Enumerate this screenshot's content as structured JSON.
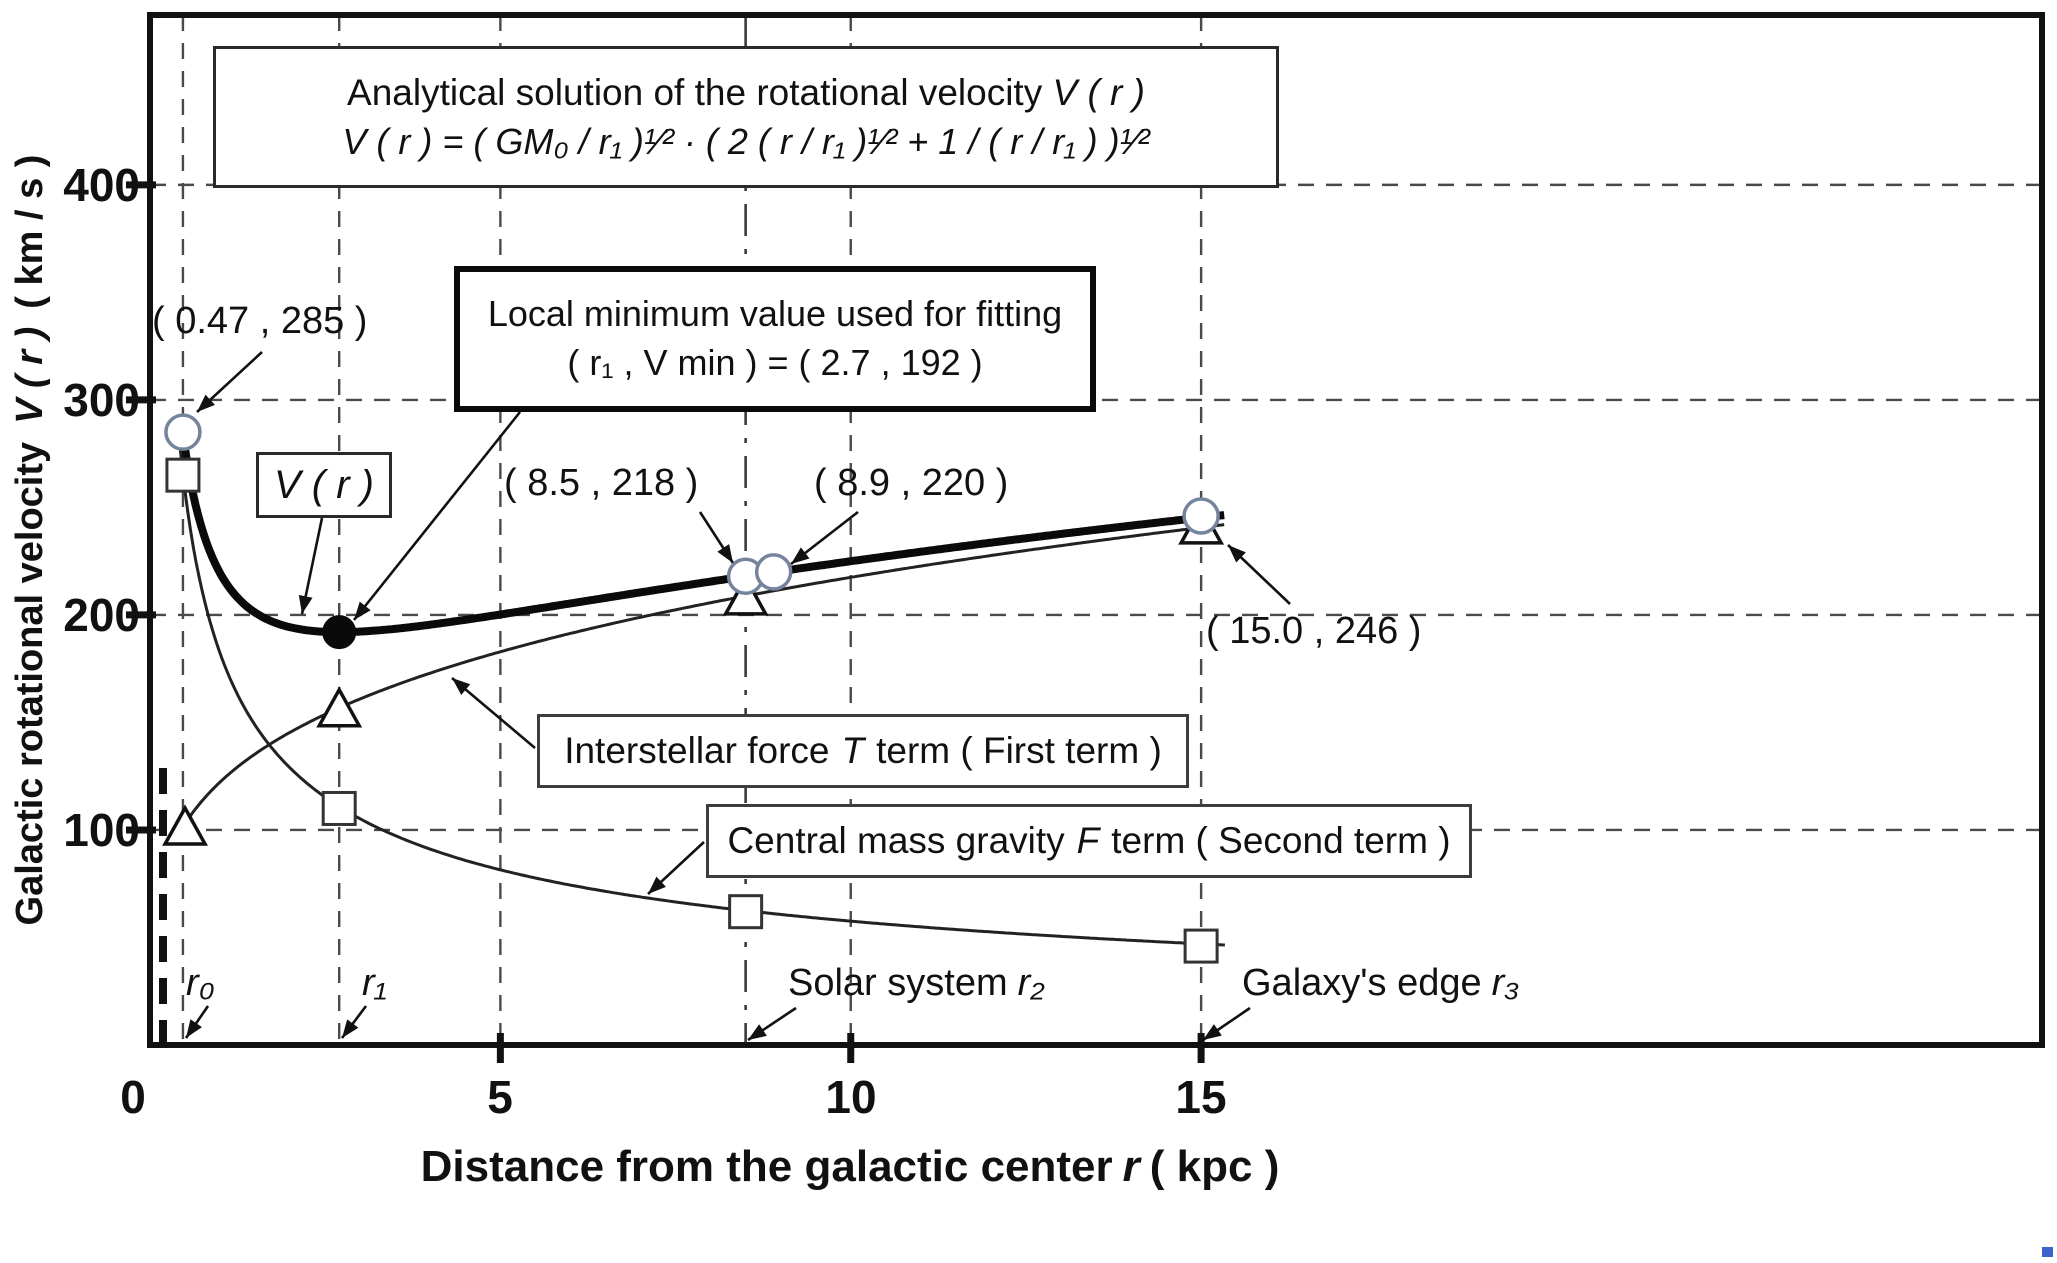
{
  "figure": {
    "axis": {
      "ylabel_pre": "Galactic rotational velocity",
      "ylabel_var": "V ( r )",
      "ylabel_post": "( km / s )",
      "xlabel_pre": "Distance from the galactic center",
      "xlabel_var": "r",
      "xlabel_post": "( kpc )"
    },
    "title_box": {
      "line1_pre": "Analytical solution of the rotational velocity",
      "line1_var": "V ( r )",
      "formula": "V ( r ) = ( GM₀ / r₁ )¹⁄² · ( 2 ( r / r₁ )¹⁄² + 1 / ( r / r₁ ) )¹⁄²"
    },
    "local_min_box": {
      "line1": "Local minimum value used for fitting",
      "line2": "( r₁ , V min ) = ( 2.7 , 192 )"
    },
    "vr_box_label": "V ( r )",
    "t_term_box": {
      "pre": "Interstellar force",
      "var": "T",
      "post": "term ( First term )"
    },
    "f_term_box": {
      "pre": "Central mass gravity",
      "var": "F",
      "post": "term ( Second term )"
    },
    "point_labels": {
      "p0": "( 0.47 , 285 )",
      "p1": "( 8.5 , 218 )",
      "p2": "( 8.9 , 220 )",
      "p3": "( 15.0 , 246 )"
    },
    "landmarks": {
      "r0": "r₀",
      "r1": "r₁",
      "r2_pre": "Solar system",
      "r2_var": "r₂",
      "r3_pre": "Galaxy's edge",
      "r3_var": "r₃"
    },
    "ticks": {
      "x": [
        "0",
        "5",
        "10",
        "15"
      ],
      "y": [
        "100",
        "200",
        "300",
        "400"
      ]
    }
  },
  "chart_data": {
    "type": "line",
    "title": "Analytical solution of the rotational velocity V(r)",
    "formula": "V(r) = (GM₀/r₁)^1/2 · (2(r/r₁)^1/2 + 1/(r/r₁))^1/2",
    "xlabel": "Distance from the galactic center r (kpc)",
    "ylabel": "Galactic rotational velocity V(r) (km/s)",
    "xlim": [
      0,
      27
    ],
    "ylim": [
      0,
      479
    ],
    "xticks": [
      0,
      5,
      10,
      15
    ],
    "yticks": [
      100,
      200,
      300,
      400
    ],
    "grid_horizontal_dashed": [
      100,
      200,
      300,
      400
    ],
    "grid_vertical_dashed": [
      0.47,
      2.7,
      5,
      10,
      15
    ],
    "grid_vertical_dashdot": [
      8.5
    ],
    "fit": {
      "r1": 2.7,
      "vmin": 192
    },
    "series": [
      {
        "name": "V(r)",
        "marker": "open-circle",
        "line_width": "thick",
        "points": [
          [
            0.47,
            285
          ],
          [
            2.7,
            192
          ],
          [
            8.5,
            218
          ],
          [
            8.9,
            220
          ],
          [
            15.0,
            246
          ]
        ],
        "highlight_point": [
          2.7,
          192
        ]
      },
      {
        "name": "Interstellar force T term (First term)",
        "marker": "open-triangle",
        "line_width": "thin",
        "points": [
          [
            0.5,
            100
          ],
          [
            2.7,
            155
          ],
          [
            8.5,
            207
          ],
          [
            15.0,
            240
          ]
        ]
      },
      {
        "name": "Central mass gravity F term (Second term)",
        "marker": "open-square",
        "line_width": "thin",
        "points": [
          [
            0.47,
            265
          ],
          [
            2.7,
            110
          ],
          [
            8.5,
            62
          ],
          [
            15.0,
            46
          ]
        ]
      }
    ],
    "landmarks": [
      {
        "label": "r₀",
        "x": 0.47
      },
      {
        "label": "r₁",
        "x": 2.7
      },
      {
        "label": "Solar system r₂",
        "x": 8.5
      },
      {
        "label": "Galaxy's edge r₃",
        "x": 15.0
      }
    ],
    "annotated_points": [
      "( 0.47 , 285 )",
      "( 8.5 , 218 )",
      "( 8.9 , 220 )",
      "( 15.0 , 246 )",
      "( r₁ , V min ) = ( 2.7 , 192 )"
    ]
  }
}
